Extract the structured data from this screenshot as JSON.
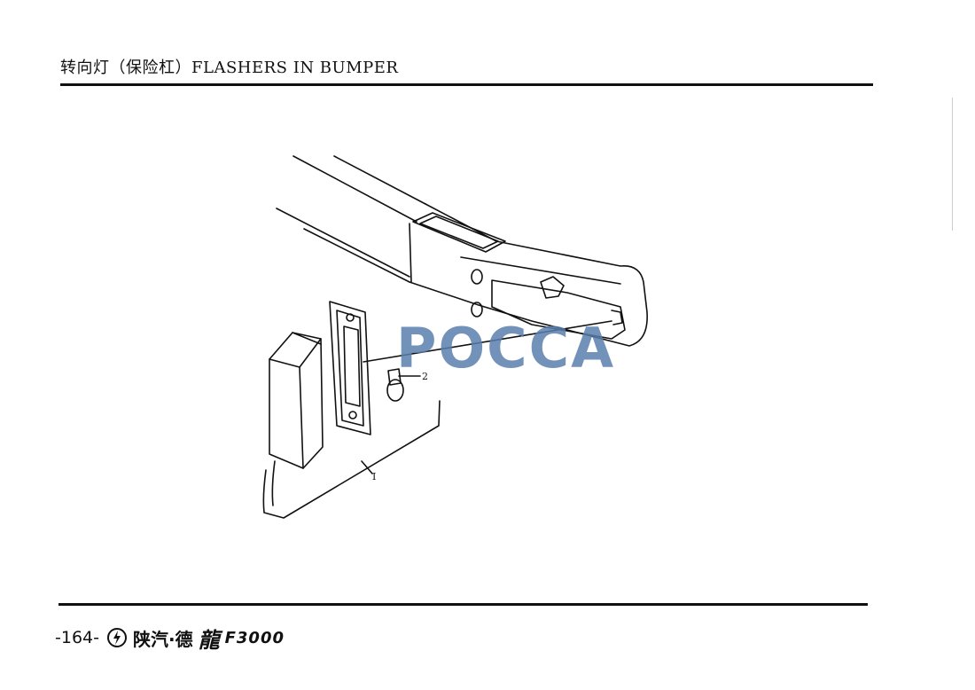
{
  "header": {
    "title": "转向灯（保险杠）FLASHERS IN BUMPER"
  },
  "drawing": {
    "callouts": [
      "2",
      "I"
    ],
    "watermark": "POCCA"
  },
  "footer": {
    "page_number": "-164-",
    "brand_cn": "陕汽·德",
    "brand_dragon": "龍",
    "model": "F3000"
  }
}
